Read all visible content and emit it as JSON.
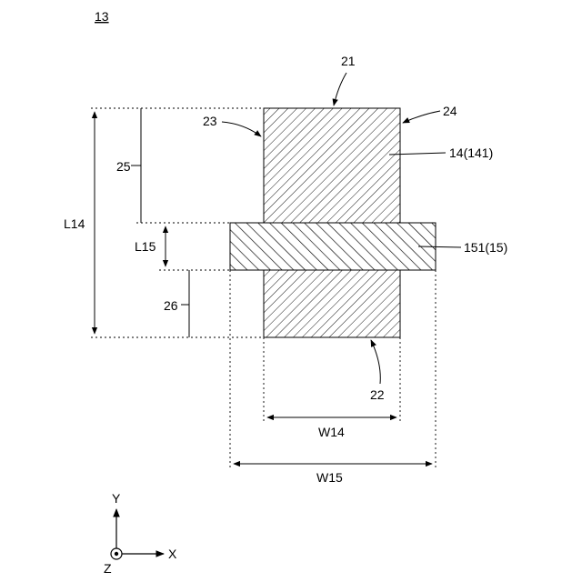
{
  "figure_label": "13",
  "labels": {
    "top_end": "21",
    "bottom_end": "22",
    "left_side": "23",
    "right_side": "24",
    "upper_part": "25",
    "lower_part": "26",
    "member_14": "14(141)",
    "member_15": "151(15)"
  },
  "dimensions": {
    "length_14": "L14",
    "length_15": "L15",
    "width_14": "W14",
    "width_15": "W15"
  },
  "axes": {
    "y": "Y",
    "x": "X",
    "z": "Z"
  }
}
